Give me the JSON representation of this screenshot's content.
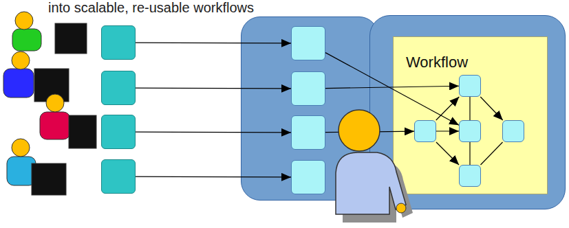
{
  "diagram": {
    "nodes": [
      {
        "text": []
      },
      {
        "text": []
      },
      {
        "text": []
      },
      {
        "text": []
      },
      {
        "text": []
      },
      {
        "text": [],
        "in": 4
      },
      {
        "text": [],
        "in": 4
      },
      {
        "text": [],
        "in": 4
      },
      {
        "text": [],
        "in": 4
      },
      {
        "text": []
      },
      {
        "text": [
          "Workflow"
        ],
        "in": 9
      },
      {
        "text": [],
        "in": 10
      },
      {
        "text": [],
        "in": 10
      },
      {
        "text": [],
        "in": 10
      },
      {
        "text": [],
        "in": 10
      },
      {
        "text": [],
        "in": 10
      }
    ],
    "edges": [
      {
        "from": 0,
        "to": 5,
        "arrow": "to"
      },
      {
        "from": 1,
        "to": 6,
        "arrow": "to"
      },
      {
        "from": 2,
        "to": 7,
        "arrow": "to"
      },
      {
        "from": 3,
        "to": 8,
        "arrow": "to"
      },
      {
        "from": 5,
        "to": 13,
        "arrow": "to"
      },
      {
        "from": 6,
        "to": 11,
        "arrow": "to"
      },
      {
        "from": 7,
        "to": 12,
        "arrow": "to"
      },
      {
        "from": 12,
        "to": 11,
        "arrow": "to"
      },
      {
        "from": 12,
        "to": 13,
        "arrow": "to"
      },
      {
        "from": 12,
        "to": 15,
        "arrow": "to"
      },
      {
        "from": 11,
        "to": 13,
        "arrow": "none"
      },
      {
        "from": 11,
        "to": 14,
        "arrow": "to"
      },
      {
        "from": 13,
        "to": 15,
        "arrow": "none"
      },
      {
        "from": 14,
        "to": 15,
        "arrow": "none"
      }
    ],
    "labels": [
      "into scalable, re-usable workflows"
    ]
  }
}
